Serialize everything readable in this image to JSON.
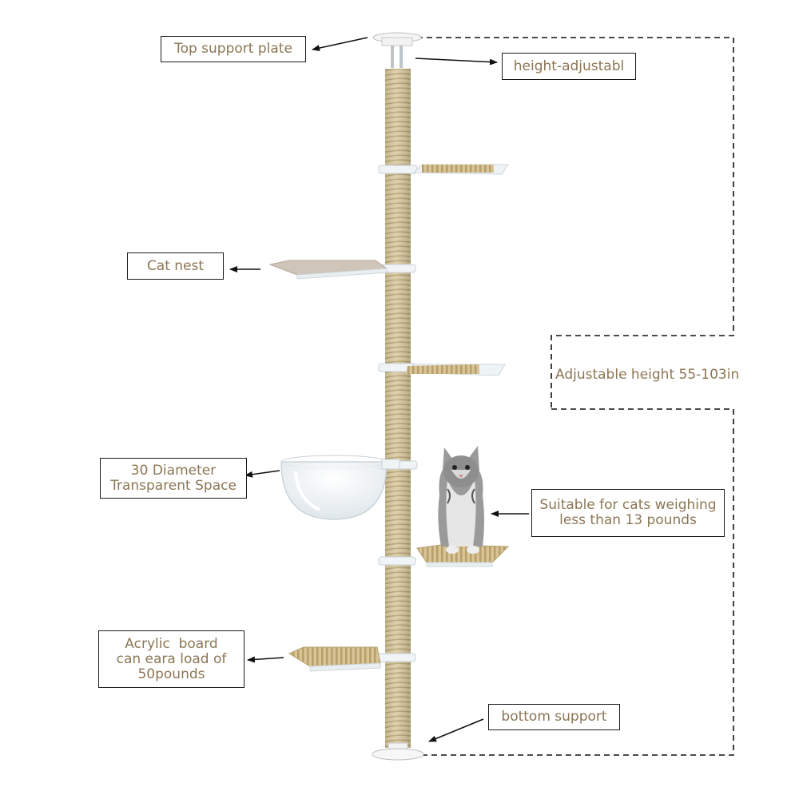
{
  "colors": {
    "label_text": "#8c7654",
    "box_border": "#1a1a1a",
    "sisal": "#d9c9a0",
    "sisal_dark": "#b9a679",
    "acrylic": "#e8eef2"
  },
  "labels": {
    "top_plate": "Top support plate",
    "height_adjustable": "height-adjustabl",
    "cat_nest": "Cat nest",
    "diameter_line1": "30 Diameter",
    "diameter_line2": "Transparent Space",
    "weight_line1": "Suitable for cats weighing",
    "weight_line2": "less than 13 pounds",
    "acrylic_line1": "Acrylic  board",
    "acrylic_line2": "can eara load of",
    "acrylic_line3": "50pounds",
    "bottom_support": "bottom support",
    "adjustable_height": "Adjustable height 55-103in"
  },
  "icons": {
    "kitten": "kitten-illustration",
    "bowl": "transparent-bowl-icon"
  }
}
